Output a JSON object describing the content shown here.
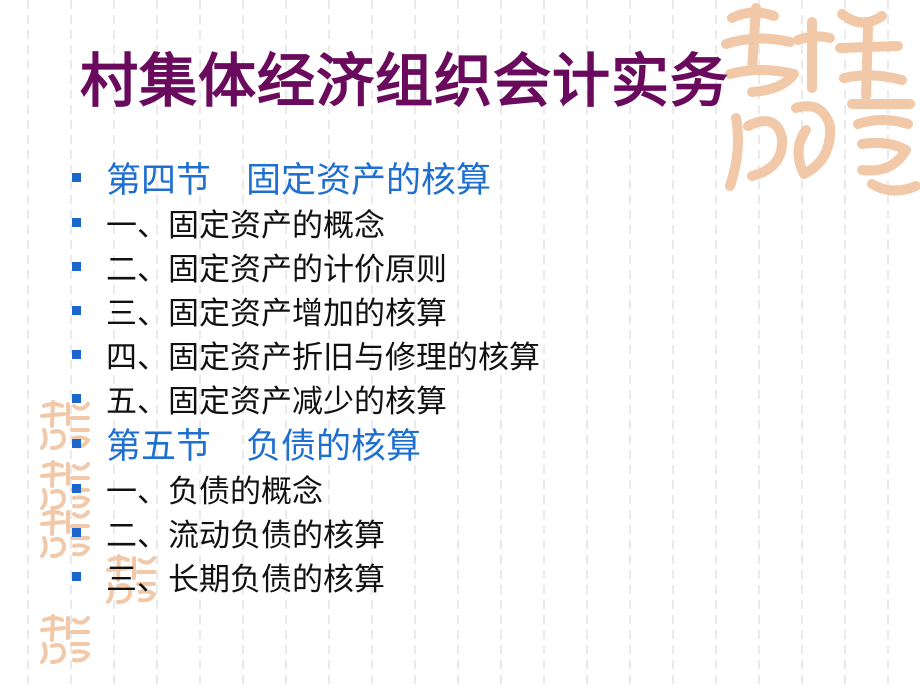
{
  "slide": {
    "title": "村集体经济组织会计实务",
    "items": [
      {
        "level": "section",
        "text": "第四节　固定资产的核算"
      },
      {
        "level": "item",
        "text": "一、固定资产的概念"
      },
      {
        "level": "item",
        "text": "二、固定资产的计价原则"
      },
      {
        "level": "item",
        "text": "三、固定资产增加的核算"
      },
      {
        "level": "item",
        "text": "四、固定资产折旧与修理的核算"
      },
      {
        "level": "item",
        "text": "五、固定资产减少的核算"
      },
      {
        "level": "section",
        "text": "第五节　负债的核算"
      },
      {
        "level": "item",
        "text": "一、负债的概念"
      },
      {
        "level": "item",
        "text": "二、流动负债的核算"
      },
      {
        "level": "item",
        "text": "三、长期负债的核算"
      }
    ]
  },
  "colors": {
    "title": "#6a0a5c",
    "section": "#1f6fd1",
    "bullet": "#1a66cc",
    "body": "#111111",
    "decoration": "#f2c9a8"
  },
  "decoration": {
    "icon": "seal-calligraphy-icon"
  }
}
